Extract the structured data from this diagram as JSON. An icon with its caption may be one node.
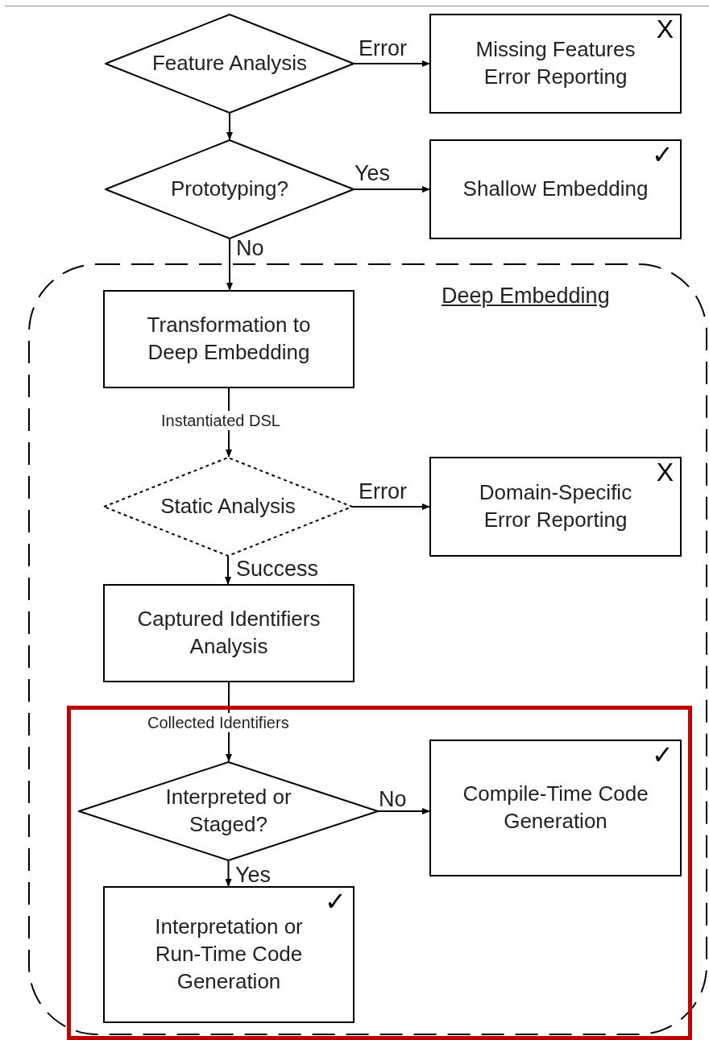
{
  "diagram": {
    "nodes": [
      {
        "text": [
          "Feature Analysis"
        ]
      },
      {
        "text": [
          "X",
          "Missing Features Error Reporting"
        ]
      },
      {
        "text": [
          "Prototyping?"
        ]
      },
      {
        "text": [
          "✓",
          "Shallow Embedding"
        ]
      },
      {
        "text": [
          "Deep Embedding"
        ]
      },
      {
        "text": [
          "Transformation to Deep Embedding"
        ],
        "in": 4
      },
      {
        "text": [
          "Static Analysis"
        ],
        "in": 4
      },
      {
        "text": [
          "X",
          "Domain-Specific Error Reporting"
        ],
        "in": 4
      },
      {
        "text": [
          "Captured Identifiers Analysis"
        ],
        "in": 4
      },
      {
        "text": [
          "Interpreted or Staged?"
        ],
        "in": 4
      },
      {
        "text": [
          "✓",
          "Compile-Time Code Generation"
        ],
        "in": 4
      },
      {
        "text": [
          "✓",
          "Interpretation or Run-Time Code Generation"
        ],
        "in": 4
      }
    ],
    "edges": [
      {
        "from": 0,
        "to": 1,
        "arrow": "to",
        "label": "Error"
      },
      {
        "from": 0,
        "to": 2,
        "arrow": "to"
      },
      {
        "from": 2,
        "to": 3,
        "arrow": "to",
        "label": "Yes"
      },
      {
        "from": 2,
        "to": 5,
        "arrow": "to",
        "label": "No"
      },
      {
        "from": 5,
        "to": 6,
        "arrow": "to",
        "label": "Instantiated DSL"
      },
      {
        "from": 6,
        "to": 7,
        "arrow": "to",
        "label": "Error"
      },
      {
        "from": 6,
        "to": 8,
        "arrow": "to",
        "label": "Success"
      },
      {
        "from": 8,
        "to": 9,
        "arrow": "to",
        "label": "Collected Identifiers"
      },
      {
        "from": 9,
        "to": 10,
        "arrow": "to",
        "label": "No"
      },
      {
        "from": 9,
        "to": 11,
        "arrow": "to",
        "label": "Yes"
      }
    ]
  }
}
